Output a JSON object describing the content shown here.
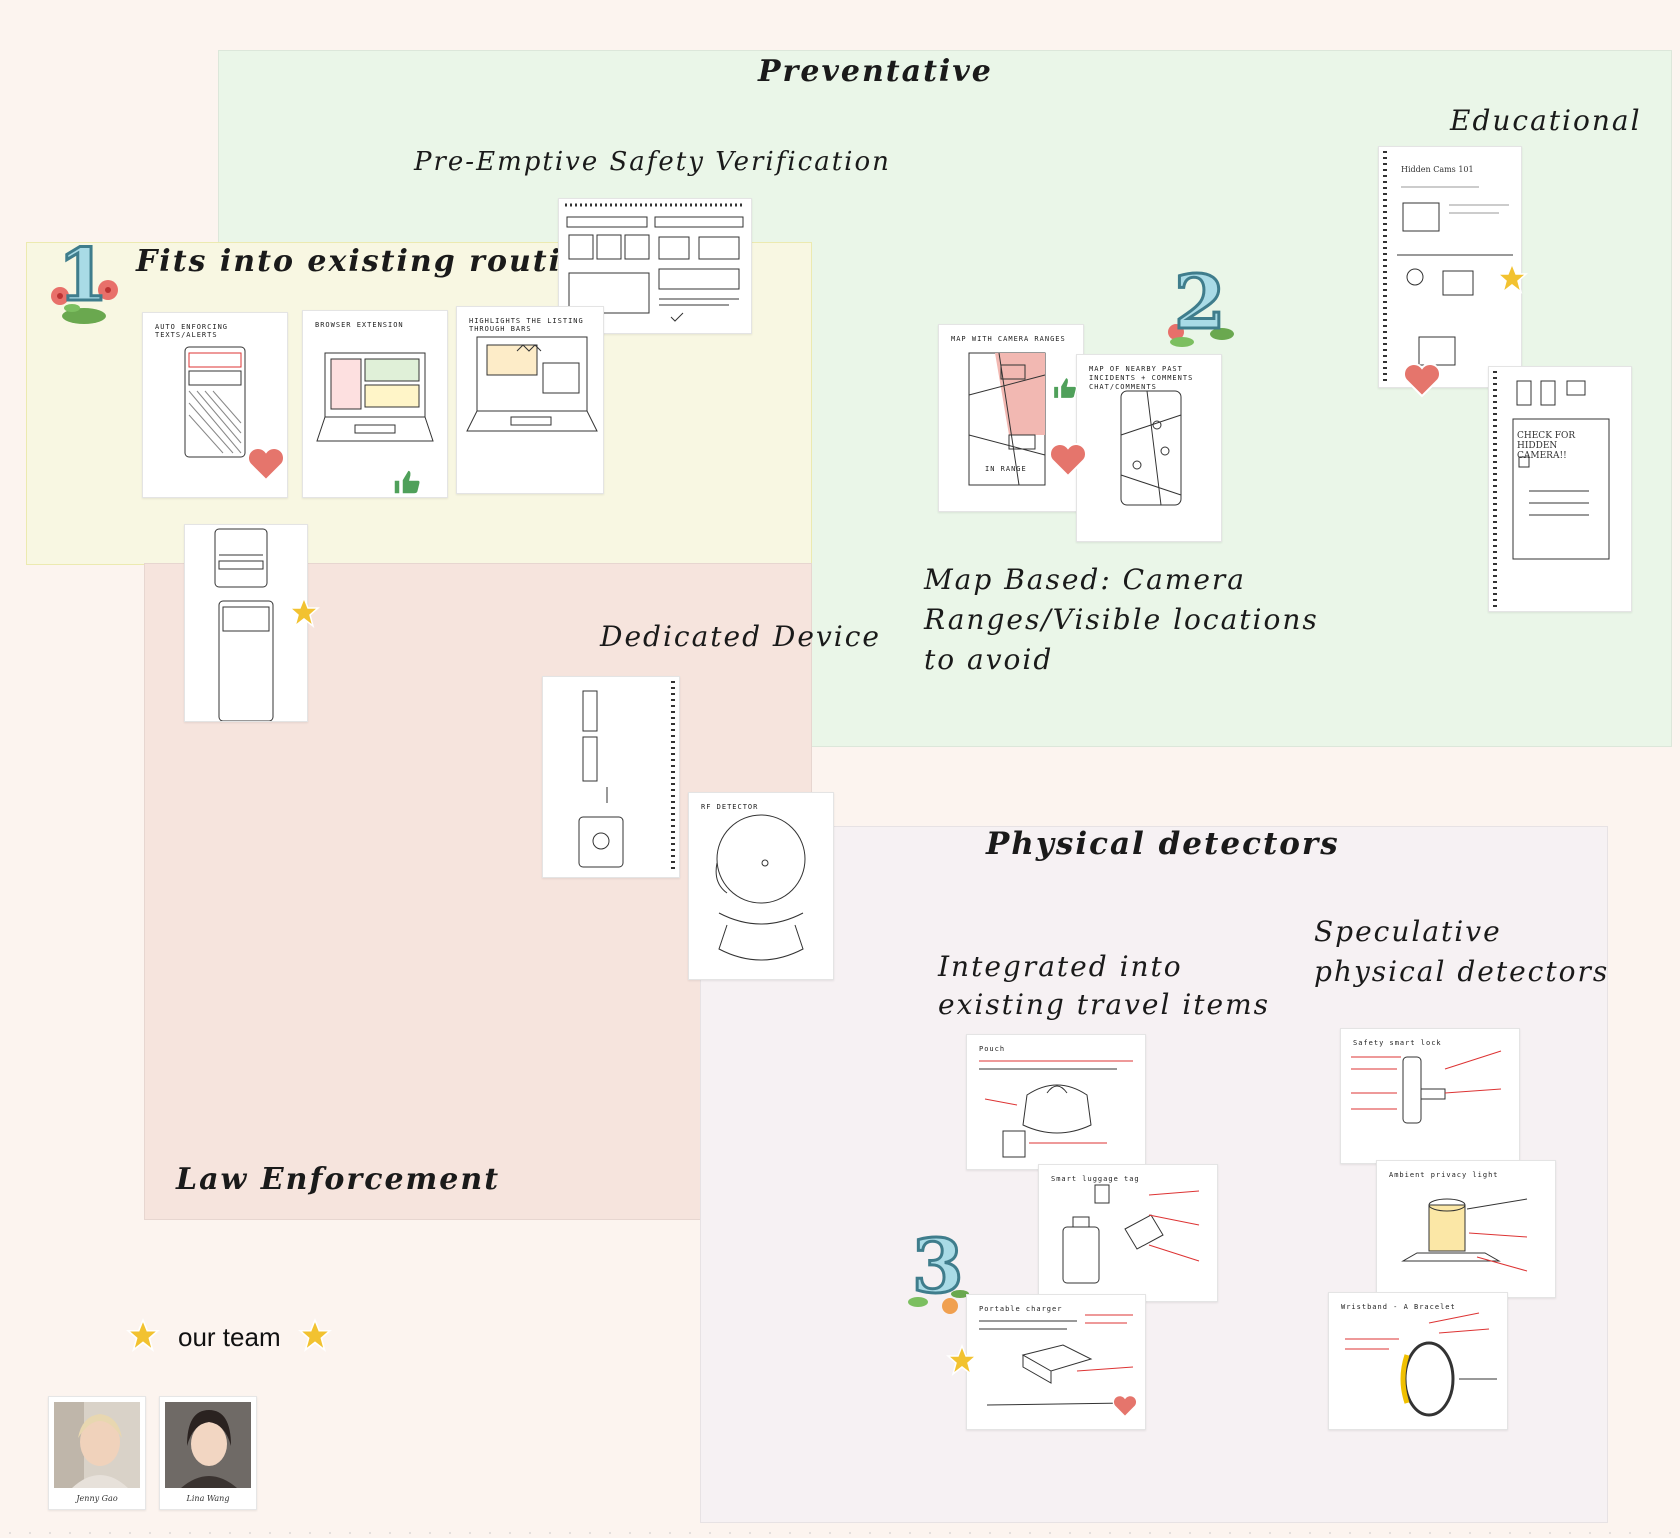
{
  "colors": {
    "canvas": "#fcf4ef",
    "preventative_region": "#eaf6e8",
    "routine_region": "#f8f7e2",
    "law_region": "#f6e4dd",
    "physical_region": "#f6f1f3",
    "heart": "#e5756c",
    "thumb": "#4fa05a",
    "star": "#f2c230",
    "number_fill": "#a9dbe6",
    "number_stroke": "#3f7d8c",
    "red_notes": "#e03a3a"
  },
  "sections": {
    "preventative": "Preventative",
    "pre_emptive": "Pre-Emptive Safety Verification",
    "routine": "Fits into existing routine",
    "educational": "Educational",
    "map_based": [
      "Map Based: Camera",
      "Ranges/Visible locations",
      "to avoid"
    ],
    "dedicated_device": "Dedicated Device",
    "physical_detectors": "Physical detectors",
    "integrated": [
      "Integrated into",
      "existing travel items"
    ],
    "speculative": [
      "Speculative",
      "physical detectors"
    ],
    "law_enforcement": "Law Enforcement"
  },
  "numbers": {
    "one": "1",
    "two": "2",
    "three": "3"
  },
  "cards": {
    "auto_texts": "Auto enforcing texts/alerts",
    "browser_ext": "Browser extension",
    "overlay": "Highlights the listing through bars",
    "map_camera": "Map with camera ranges",
    "map_nearby": "Map of nearby past incidents + comments chat/comments",
    "map_in_range": "In range",
    "rf_detector": "RF Detector",
    "edu_title": "Hidden Cams 101",
    "check_hidden": "Check for hidden camera!!",
    "travel_pouch": "Pouch",
    "luggage_tag": "Smart luggage tag",
    "portable_charger": "Portable charger",
    "smart_lock": "Safety smart lock",
    "ambient_light": "Ambient privacy light",
    "wristband": "Wristband - A Bracelet"
  },
  "team": {
    "label": "our team",
    "members": [
      {
        "name": "Jenny Gao"
      },
      {
        "name": "Lina Wang"
      }
    ]
  }
}
